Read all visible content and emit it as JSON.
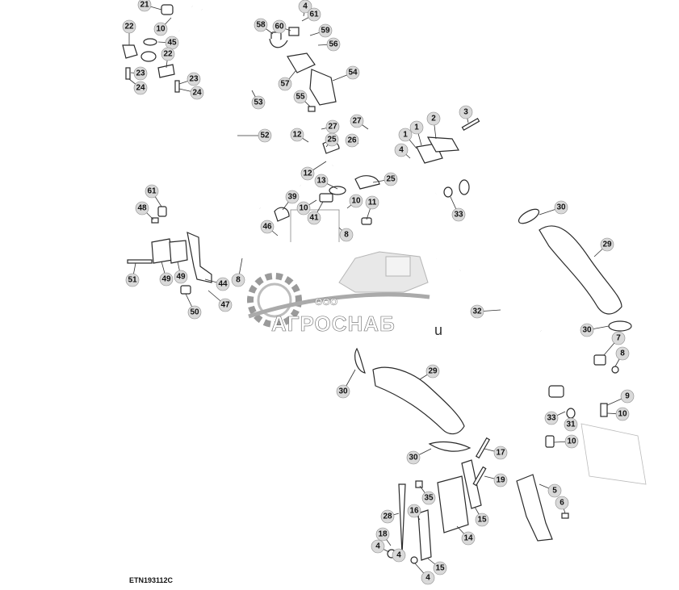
{
  "diagram": {
    "code": "ETN193112C",
    "watermark": {
      "company": "ООО",
      "brand": "АГРОСНАБ",
      "tail": "u"
    },
    "callouts": [
      {
        "label": "21",
        "ref": "p1"
      },
      {
        "label": "10",
        "ref": "p2"
      },
      {
        "label": "45",
        "ref": "p3"
      },
      {
        "label": "22",
        "ref": "p4"
      },
      {
        "label": "22",
        "ref": "p5"
      },
      {
        "label": "23",
        "ref": "p6"
      },
      {
        "label": "24",
        "ref": "p7"
      },
      {
        "label": "23",
        "ref": "p8"
      },
      {
        "label": "24",
        "ref": "p9"
      },
      {
        "label": "4",
        "ref": "p10"
      },
      {
        "label": "61",
        "ref": "p11"
      },
      {
        "label": "58",
        "ref": "p12"
      },
      {
        "label": "60",
        "ref": "p13"
      },
      {
        "label": "59",
        "ref": "p14"
      },
      {
        "label": "56",
        "ref": "p15"
      },
      {
        "label": "57",
        "ref": "p16"
      },
      {
        "label": "54",
        "ref": "p17"
      },
      {
        "label": "55",
        "ref": "p18"
      },
      {
        "label": "53",
        "ref": "p19"
      },
      {
        "label": "52",
        "ref": "p20"
      },
      {
        "label": "12",
        "ref": "p21"
      },
      {
        "label": "27",
        "ref": "p22"
      },
      {
        "label": "25",
        "ref": "p23"
      },
      {
        "label": "26",
        "ref": "p24"
      },
      {
        "label": "27",
        "ref": "p25"
      },
      {
        "label": "12",
        "ref": "p26"
      },
      {
        "label": "13",
        "ref": "p27"
      },
      {
        "label": "25",
        "ref": "p28"
      },
      {
        "label": "39",
        "ref": "p29"
      },
      {
        "label": "10",
        "ref": "p30"
      },
      {
        "label": "41",
        "ref": "p31"
      },
      {
        "label": "10",
        "ref": "p32"
      },
      {
        "label": "11",
        "ref": "p33"
      },
      {
        "label": "46",
        "ref": "p34"
      },
      {
        "label": "8",
        "ref": "p35"
      },
      {
        "label": "1",
        "ref": "p36"
      },
      {
        "label": "1",
        "ref": "p37"
      },
      {
        "label": "2",
        "ref": "p38"
      },
      {
        "label": "3",
        "ref": "p39"
      },
      {
        "label": "4",
        "ref": "p40"
      },
      {
        "label": "33",
        "ref": "p41"
      },
      {
        "label": "30",
        "ref": "p42"
      },
      {
        "label": "29",
        "ref": "p43"
      },
      {
        "label": "61",
        "ref": "p44"
      },
      {
        "label": "48",
        "ref": "p45"
      },
      {
        "label": "51",
        "ref": "p46"
      },
      {
        "label": "49",
        "ref": "p47"
      },
      {
        "label": "49",
        "ref": "p48"
      },
      {
        "label": "44",
        "ref": "p49"
      },
      {
        "label": "47",
        "ref": "p50"
      },
      {
        "label": "50",
        "ref": "p51"
      },
      {
        "label": "8",
        "ref": "p52"
      },
      {
        "label": "32",
        "ref": "p53"
      },
      {
        "label": "30",
        "ref": "p54"
      },
      {
        "label": "7",
        "ref": "p55"
      },
      {
        "label": "8",
        "ref": "p56"
      },
      {
        "label": "29",
        "ref": "p57"
      },
      {
        "label": "30",
        "ref": "p58"
      },
      {
        "label": "9",
        "ref": "p59"
      },
      {
        "label": "10",
        "ref": "p60"
      },
      {
        "label": "33",
        "ref": "p61"
      },
      {
        "label": "31",
        "ref": "p62"
      },
      {
        "label": "10",
        "ref": "p63"
      },
      {
        "label": "30",
        "ref": "p64"
      },
      {
        "label": "17",
        "ref": "p65"
      },
      {
        "label": "19",
        "ref": "p66"
      },
      {
        "label": "5",
        "ref": "p67"
      },
      {
        "label": "6",
        "ref": "p68"
      },
      {
        "label": "35",
        "ref": "p69"
      },
      {
        "label": "28",
        "ref": "p70"
      },
      {
        "label": "16",
        "ref": "p71"
      },
      {
        "label": "15",
        "ref": "p72"
      },
      {
        "label": "14",
        "ref": "p73"
      },
      {
        "label": "18",
        "ref": "p74"
      },
      {
        "label": "4",
        "ref": "p75"
      },
      {
        "label": "4",
        "ref": "p76"
      },
      {
        "label": "15",
        "ref": "p77"
      },
      {
        "label": "4",
        "ref": "p78"
      }
    ]
  }
}
